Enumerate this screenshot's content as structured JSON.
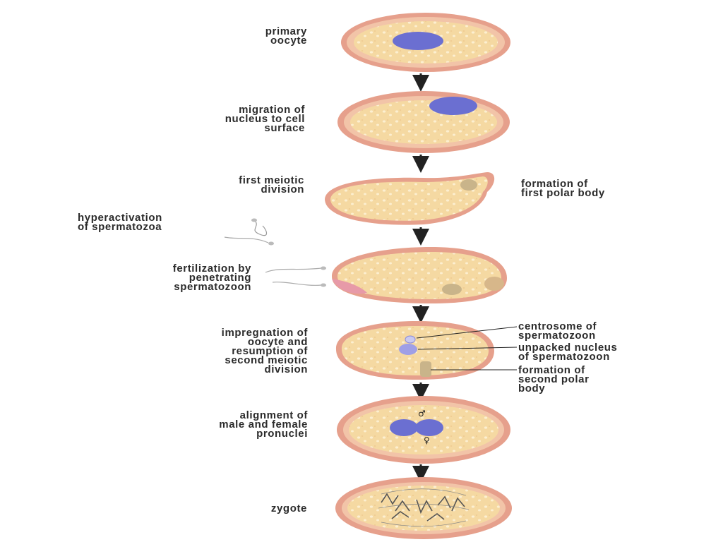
{
  "stages": [
    {
      "label": "primary\noocyte"
    },
    {
      "label": "migration of\nnucleus to cell\nsurface"
    },
    {
      "label": "first meiotic\ndivision",
      "side_label": "formation of\nfirst polar body"
    },
    {
      "label": "fertilization by\npenetrating\nspermatozoon"
    },
    {
      "label": "impregnation of\noocyte and\nresumption of\nsecond meiotic\ndivision"
    },
    {
      "label": "alignment of\nmale and female\npronuclei"
    },
    {
      "label": "zygote"
    }
  ],
  "side_notes": {
    "hyperactivation": "hyperactivation\nof spermatozoa"
  },
  "callouts": [
    {
      "label": "centrosome of\nspermatozoon"
    },
    {
      "label": "unpacked nucleus\nof spermatozoon"
    },
    {
      "label": "formation of\nsecond polar\nbody"
    }
  ],
  "symbols": {
    "male": "♂",
    "female": "♀"
  },
  "colors": {
    "membrane": "#e6a08c",
    "membrane_dark": "#d98a78",
    "cytoplasm": "#f7dba6",
    "granule": "#fbeec9",
    "nucleus": "#6b6fd1",
    "arrow": "#222222",
    "text": "#2b2b2b"
  }
}
